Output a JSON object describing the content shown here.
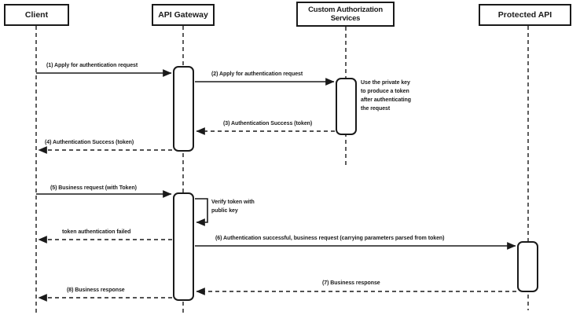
{
  "diagram": {
    "type": "uml-sequence",
    "actors": [
      {
        "name": "Client"
      },
      {
        "name": "API Gateway"
      },
      {
        "name": "Custom Authorization Services"
      },
      {
        "name": "Protected API"
      }
    ],
    "messages": [
      {
        "label": "(1) Apply for authentication request",
        "from": "Client",
        "to": "API Gateway",
        "line": "solid"
      },
      {
        "label": "(2) Apply for authentication request",
        "from": "API Gateway",
        "to": "Custom Authorization Services",
        "line": "solid"
      },
      {
        "label": "(3) Authentication Success (token)",
        "from": "Custom Authorization Services",
        "to": "API Gateway",
        "line": "dashed"
      },
      {
        "label": "(4) Authentication Success (token)",
        "from": "API Gateway",
        "to": "Client",
        "line": "dashed"
      },
      {
        "label": "(5) Business request (with Token)",
        "from": "Client",
        "to": "API Gateway",
        "line": "solid"
      },
      {
        "label": "Verify token with public key",
        "from": "API Gateway",
        "to": "API Gateway",
        "line": "self"
      },
      {
        "label": "token authentication failed",
        "from": "API Gateway",
        "to": "Client",
        "line": "dashed"
      },
      {
        "label": "(6) Authentication successful, business request (carrying parameters parsed from token)",
        "from": "API Gateway",
        "to": "Protected API",
        "line": "solid"
      },
      {
        "label": "(7) Business response",
        "from": "Protected API",
        "to": "API Gateway",
        "line": "dashed"
      },
      {
        "label": "(8) Business response",
        "from": "API Gateway",
        "to": "Client",
        "line": "dashed"
      }
    ],
    "notes": [
      {
        "text": "Use the private key to produce a token after authenticating the request",
        "attached_to": "Custom Authorization Services"
      }
    ],
    "colors": {
      "line": "#1a1a1a",
      "background": "#ffffff",
      "shape_fill": "#ffffff"
    }
  }
}
